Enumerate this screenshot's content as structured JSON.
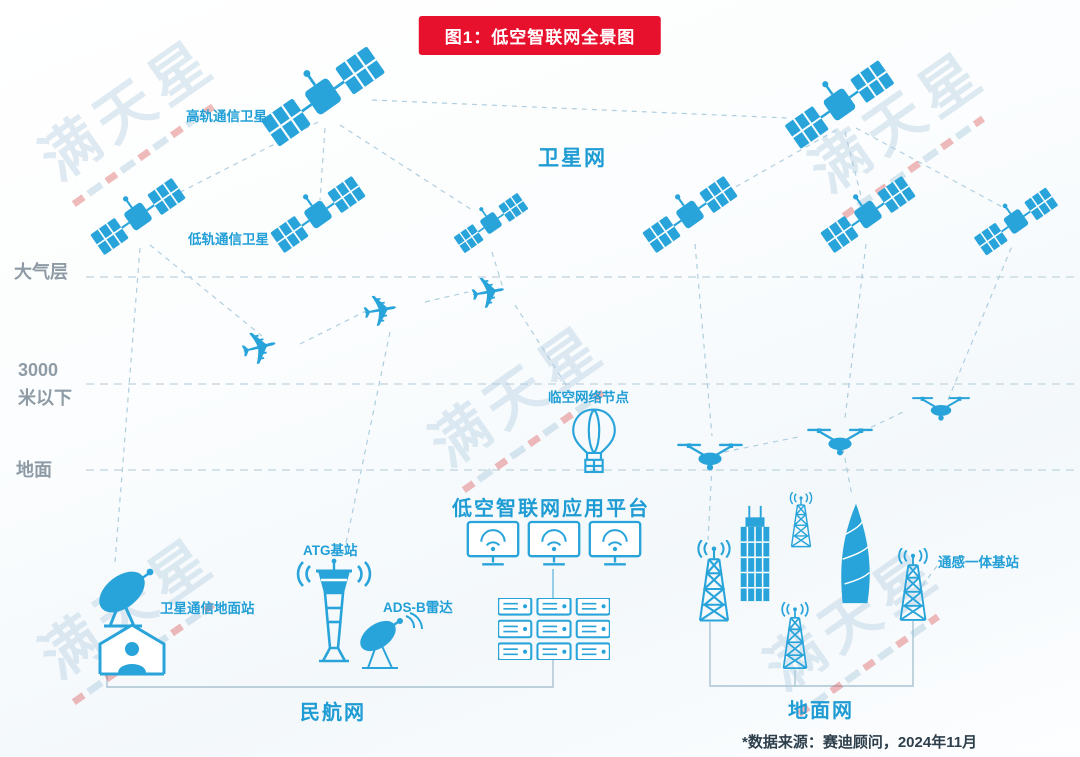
{
  "colors": {
    "primary": "#29A4DA",
    "accent_red": "#E8112D",
    "muted_gray": "#8E9BA5",
    "line": "#AFCEDE",
    "dark_text": "#2E3F4C"
  },
  "header": {
    "title": "图1：低空智联网全景图"
  },
  "watermark": {
    "text": "满天星"
  },
  "layers": {
    "atmosphere": "大气层",
    "alt1": "3000",
    "alt2": "米以下",
    "ground": "地面"
  },
  "sat": {
    "net": "卫星网",
    "high": "高轨通信卫星",
    "low": "低轨通信卫星"
  },
  "air": {
    "node": "临空网络节点"
  },
  "platform": {
    "label": "低空智联网应用平台"
  },
  "ground": {
    "station": "卫星通信地面站",
    "atg": "ATG基站",
    "adsb": "ADS-B雷达",
    "sensing": "通感一体基站",
    "civil": "民航网",
    "net": "地面网"
  },
  "footer": {
    "source": "*数据来源：赛迪顾问，2024年11月"
  },
  "icons": {
    "plane": "✈"
  }
}
